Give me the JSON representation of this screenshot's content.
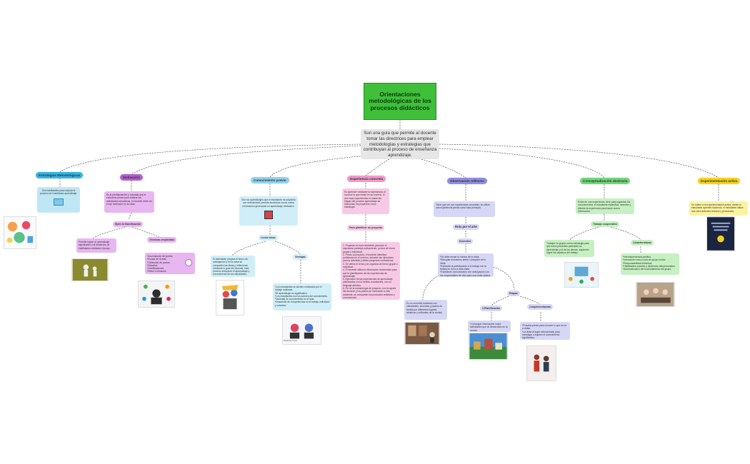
{
  "title": "Orientaciones metodológicas de los procesos didácticos",
  "central": "Son una guía que permite al docente tomar las directrices para emplear metodologías y estrategias que contribuyan al proceso de enseñanza aprendizaje.",
  "colors": {
    "title_bg": "#3fbf3a",
    "central_bg": "#e6e6e6",
    "connector": "#333333"
  },
  "branches": {
    "estrategias": {
      "label": "Estrategias Metodológicas",
      "text": "Son habilidades para mejorar el proceso de enseñanza aprendizaje."
    },
    "motivacion": {
      "label": "Motivación",
      "text": "Es la predisposición y voluntad que el educando posee para realizar las actividades educativas, el docente debe ser el eje motivador en la clase.",
      "sub1": "Gamificación",
      "sub1_sub": "Ejem la Gamificación",
      "gam_text": "Permite lograr un aprendizaje significativo a el desarrollo de habilidades mediante el juego.",
      "tec_label": "Técnicas empleadas",
      "tec_text": "*Acumulación de puntos\n*Escala de niveles\n*Obtención de puntos\n*Desafíos\n*Clasificaciones\n*Retos o misiones."
    },
    "conocimiento": {
      "label": "Conocimiento previo",
      "text": "Son los aprendizajes que el estudiante ha adquirido con anterioridad, permite asociarlos con la nueva información generando un aprendizaje verdadero.",
      "sub": "Lluvia de ideas",
      "lluvia_label": "Lluvia ideas",
      "lluvia_text": "El estudiante prepara el tema con anticipación y en la clase se comparten las ideas y reflexiones mediante la guía del docente, este proceso enriquece el aprendizaje y conocimiento de los estudiantes.",
      "ventajas_label": "Ventajas",
      "ventajas_text": "*Los estudiantes se sienten motivados por el trabajo realizado.\n*El aprendizaje es significativo.\n*Los estudiantes son los actores del conocimiento.\n*Variedad de conocimiento en el aula.\n*Desarrollo de competencias en el trabajo individual y colectivo.",
      "caption": "Reading Topic"
    },
    "experiencia": {
      "label": "Experiencia concreta",
      "text": "Es aprender mediante la experiencia, el conocer lo que existe en su entorno, el vivir esas experiencias en todas las etapas del proceso aprendizaje se relacionan los proyectos como estrategia.",
      "sub": "Para planificar un proyecto",
      "steps": "1. Propiciar un buen ambiente para que el estudiante participe activamente, ya sea de forma grupal o individual.\n2. Previo al proyecto, el docente identifica problemas en el entorno, describe las directrices para la actividad y utiliza preguntas motivadoras.\n3. Se define el tema y se organiza de forma grupal o individual.\n4. El docente utiliza la información recolectada para que la planificación de las experiencias de aprendizaje.\n5. Ejecución de las experiencias de aprendizaje planificadas con la familia, estudiantes, con un lenguaje artístico.\n6. Fin de la metodología de proyecto, con la ayuda del docente y los padres se involucran a más ambiente, se comparten los productos artísticos y conclusiones."
    },
    "observacion": {
      "label": "Observación reflexiva",
      "text": "Tiene que ver con experiencias concretas, se utiliza una experiencia previa como fase principal.",
      "sub": "Ruta por el arte",
      "ej": "Docentes",
      "bullets": "*Se debe enviar la rúbrica de la visita.\n*Recopiar momentos antes o después de la visita.\n*Estimular la participación e el trabajo con la familia en torno a esta visita.\n*Establecer comunicación con anticipación con los responsables del sitio para una visita óptima.",
      "left_text": "Es un recorrido realizado con estudiantes, docentes y padres de familia por diferentes lugares artísticos y culturales de la ciudad.",
      "etapas": "Etapas",
      "planif_label": "1.Planificación",
      "planif_text": "*Conseguir información sobre actividades que se desarrollan en la ciudad.",
      "implem_label": "2.Implementación",
      "implem_text": "*Practica previa para conocer lo que se va a visitar.\n*La visita al lugar seleccionado para investigar a lugares el conocimiento significativo."
    },
    "conceptualizacion": {
      "label": "Conceptualización abstracta",
      "text": "Emite de una experiencia, sirve para organizar los conocimientos, el estudiante especifica, describe y difunde la experiencia para hacer nueva información.",
      "sub": "Trabajo cooperativo",
      "tc_text": "Trabajar en grupos como estrategia para que todos presentes participen su aprendizaje y el de los demás, siguiendo lograr los objetivos del trabajo.",
      "car_label": "Características",
      "car_text": "*Interdependencia positiva.\n*Interacción cara a cara de apoyo mutuo.\n*Responsabilidad individual.\n*Habilidades sociales y destrezas interpersonales.\n*Autoevaluación del funcionamiento del grupo."
    },
    "experimentacion": {
      "label": "Experimentación activa",
      "text": "Se refiere a la experimentación activa, donde el estudiante aprende haciendo, el estudiante utiliza sus conocimientos teóricos y personales."
    }
  }
}
